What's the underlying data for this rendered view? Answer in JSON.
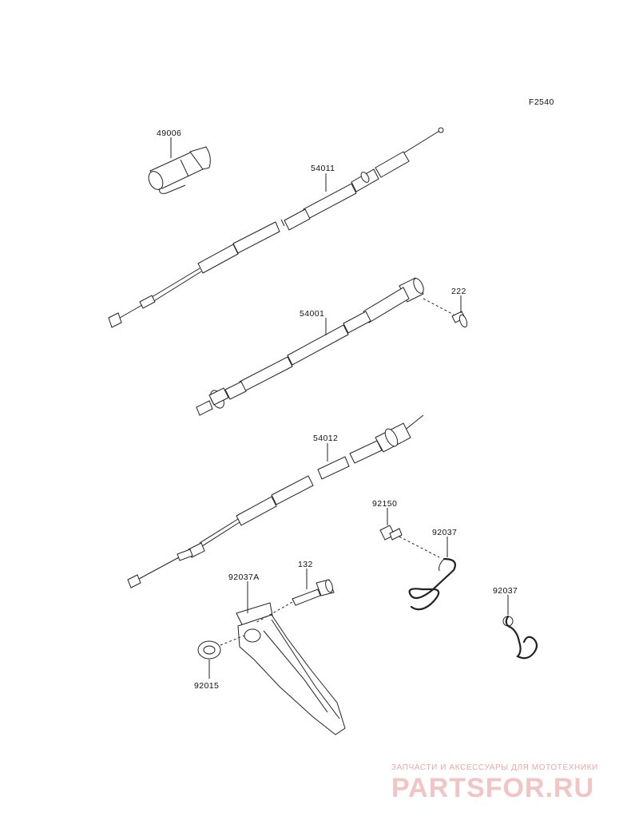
{
  "figure_code": "F2540",
  "parts": [
    {
      "number": "49006"
    },
    {
      "number": "54011"
    },
    {
      "number": "54001"
    },
    {
      "number": "222"
    },
    {
      "number": "54012"
    },
    {
      "number": "92150"
    },
    {
      "number": "92037"
    },
    {
      "number": "92037"
    },
    {
      "number": "92037A"
    },
    {
      "number": "132"
    },
    {
      "number": "92015"
    }
  ],
  "watermark": {
    "tagline": "ЗАПЧАСТИ И АКСЕССУАРЫ ДЛЯ МОТОТЕХНИКИ",
    "brand": "PARTSFOR.RU"
  }
}
